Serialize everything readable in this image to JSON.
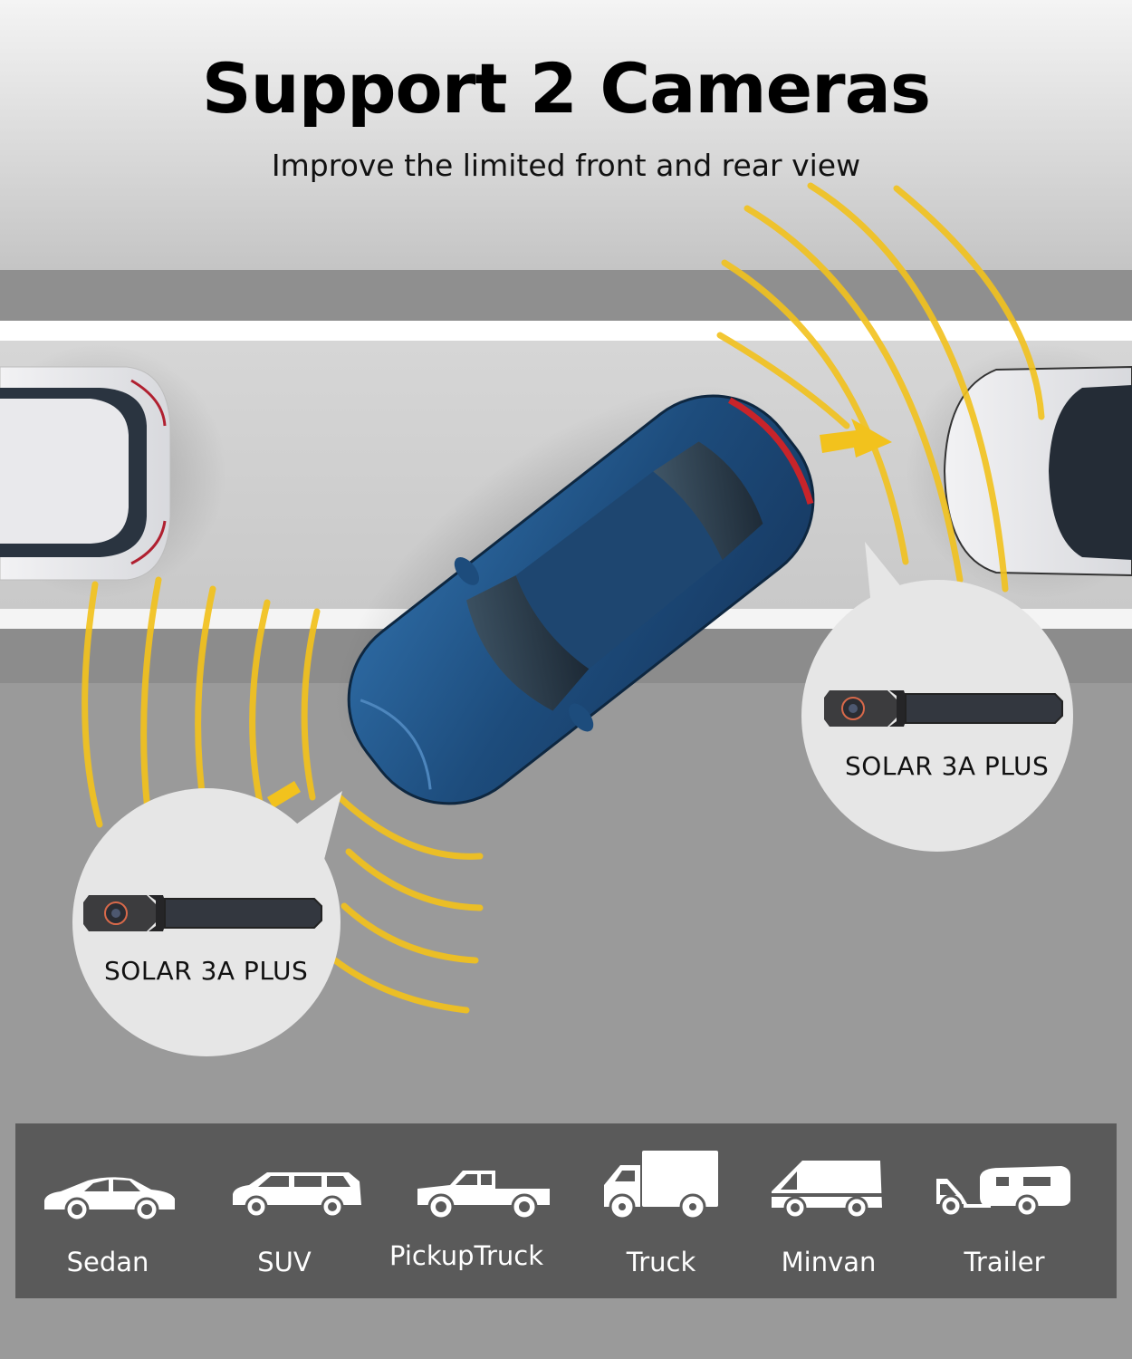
{
  "header": {
    "title": "Support 2 Cameras",
    "subtitle": "Improve the limited front and rear view"
  },
  "scene": {
    "description": "Top-down view of a blue car parking between two white cars with yellow sensor arcs",
    "colors": {
      "sky_top": "#f2f2f2",
      "curb_dark": "#8e8e8e",
      "lane_line": "#ffffff",
      "road": "#9a9a9a",
      "parking_lane": "#cfcfcf",
      "main_car": "#1f4f7d",
      "sensor_arc": "#f2c21d",
      "bubble": "#e6e6e6"
    }
  },
  "callouts": [
    {
      "id": "front",
      "icon": "solar-camera-icon",
      "label": "SOLAR 3A PLUS"
    },
    {
      "id": "rear",
      "icon": "solar-camera-icon",
      "label": "SOLAR 3A PLUS"
    }
  ],
  "vehicle_bar": {
    "background": "#5a5a5a",
    "items": [
      {
        "icon": "sedan-icon",
        "label": "Sedan"
      },
      {
        "icon": "suv-icon",
        "label": "SUV"
      },
      {
        "icon": "pickup-truck-icon",
        "label": "PickupTruck"
      },
      {
        "icon": "box-truck-icon",
        "label": "Truck"
      },
      {
        "icon": "minivan-icon",
        "label": "Minvan"
      },
      {
        "icon": "trailer-icon",
        "label": "Trailer"
      }
    ]
  }
}
